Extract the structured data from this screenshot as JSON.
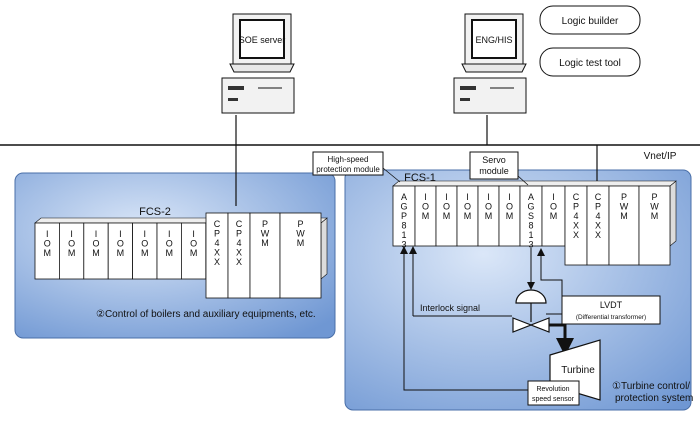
{
  "network": {
    "label": "Vnet/IP"
  },
  "computers": {
    "soe": {
      "label": "SOE server"
    },
    "eng": {
      "label": "ENG/HIS"
    }
  },
  "bubbles": {
    "logic_builder": "Logic builder",
    "logic_test_tool": "Logic test tool"
  },
  "fcs2": {
    "title": "FCS-2",
    "iom_glyphs": [
      "I",
      "O",
      "M"
    ],
    "cp_glyphs": [
      "C",
      "P",
      "4",
      "X",
      "X"
    ],
    "pwm_glyphs": [
      "P",
      "W",
      "M"
    ],
    "caption": "②Control of boilers and auxiliary equipments, etc."
  },
  "fcs1": {
    "title": "FCS-1",
    "agp_glyphs": [
      "A",
      "G",
      "P",
      "8",
      "1",
      "3"
    ],
    "ags_glyphs": [
      "A",
      "G",
      "S",
      "8",
      "1",
      "3"
    ],
    "iom_glyphs": [
      "I",
      "O",
      "M"
    ],
    "cp_glyphs": [
      "C",
      "P",
      "4",
      "X",
      "X"
    ],
    "pwm_glyphs": [
      "P",
      "W",
      "M"
    ],
    "callout_hs_line1": "High-speed",
    "callout_hs_line2": "protection module",
    "callout_servo_line1": "Servo",
    "callout_servo_line2": "module",
    "interlock": "Interlock signal",
    "lvdt_title": "LVDT",
    "lvdt_sub": "(Differential transformer)",
    "turbine": "Turbine",
    "rev_line1": "Revolution",
    "rev_line2": "speed sensor",
    "caption_line1": "①Turbine control/",
    "caption_line2": "protection system"
  },
  "colors": {
    "panel": "#7fa3d8",
    "panel_light": "#c9daf3",
    "module": "#ffffff"
  }
}
